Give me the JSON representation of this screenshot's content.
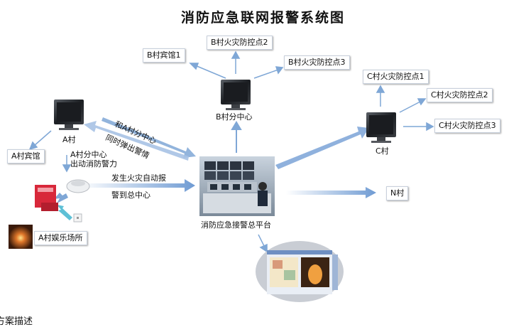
{
  "title": "消防应急联网报警系统图",
  "nodes": {
    "b_hotel": "B村宾馆1",
    "b_fire2": "B村火灾防控点2",
    "b_fire3": "B村火灾防控点3",
    "b_center": "B村分中心",
    "c_fire1": "C村火灾防控点1",
    "c_fire2": "C村火灾防控点2",
    "c_fire3": "C村火灾防控点3",
    "c_village": "C村",
    "a_village": "A村",
    "a_hotel": "A村宾馆",
    "a_center_dispatch": [
      "A村分中心",
      "出动消防警力"
    ],
    "a_entertainment": "A村娱乐场所",
    "platform": "消防应急接警总平台",
    "n_village": "N村"
  },
  "edge_labels": {
    "to_a_center": "和A村分中心",
    "alarm_same_time": "同时弹出警情",
    "auto_report": [
      "发生火灾自动报",
      "警到总中心"
    ]
  },
  "colors": {
    "arrow": "#7fa7d6",
    "arrow_dark": "#5b86c2"
  },
  "footer": "方案描述"
}
